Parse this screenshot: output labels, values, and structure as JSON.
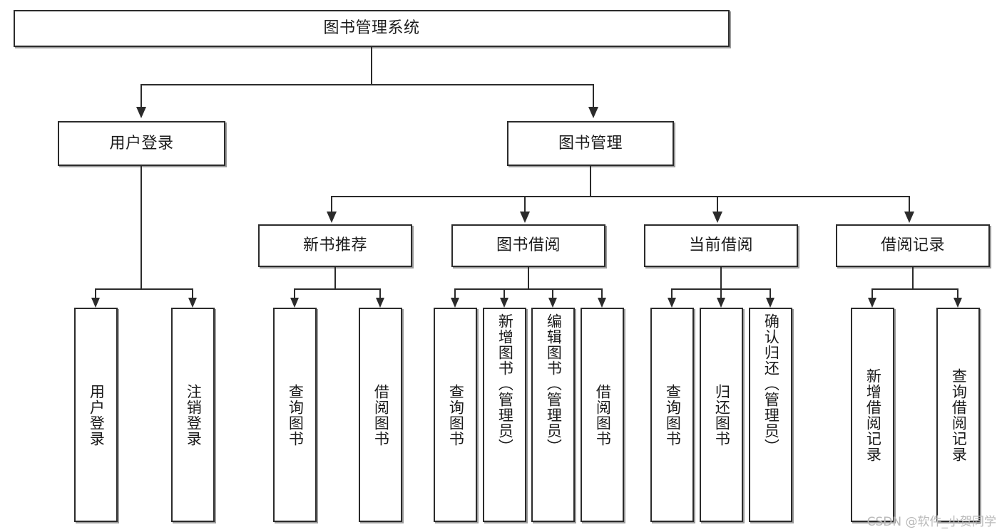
{
  "diagram": {
    "title": "图书管理系统",
    "type": "tree",
    "watermark": "CSDN @软件_小贺同学",
    "colors": {
      "stroke": "#2b2b2b",
      "fill": "#ffffff",
      "text": "#1b1b1b",
      "shadow": "#9a9a9a",
      "watermark": "#b9b9b9"
    },
    "root": {
      "label": "图书管理系统"
    },
    "level2": [
      {
        "label": "用户登录"
      },
      {
        "label": "图书管理"
      }
    ],
    "level3": [
      {
        "label": "新书推荐"
      },
      {
        "label": "图书借阅"
      },
      {
        "label": "当前借阅"
      },
      {
        "label": "借阅记录"
      }
    ],
    "leaves": {
      "user_login": [
        {
          "label": "用户登录"
        },
        {
          "label": "注销登录"
        }
      ],
      "new_book_recommend": [
        {
          "label": "查询图书"
        },
        {
          "label": "借阅图书"
        }
      ],
      "book_borrow": [
        {
          "label": "查询图书"
        },
        {
          "label": "新增图书（管理员）"
        },
        {
          "label": "编辑图书（管理员）"
        },
        {
          "label": "借阅图书"
        }
      ],
      "current_borrow": [
        {
          "label": "查询图书"
        },
        {
          "label": "归还图书"
        },
        {
          "label": "确认归还（管理员）"
        }
      ],
      "borrow_record": [
        {
          "label": "新增借阅记录"
        },
        {
          "label": "查询借阅记录"
        }
      ]
    }
  }
}
